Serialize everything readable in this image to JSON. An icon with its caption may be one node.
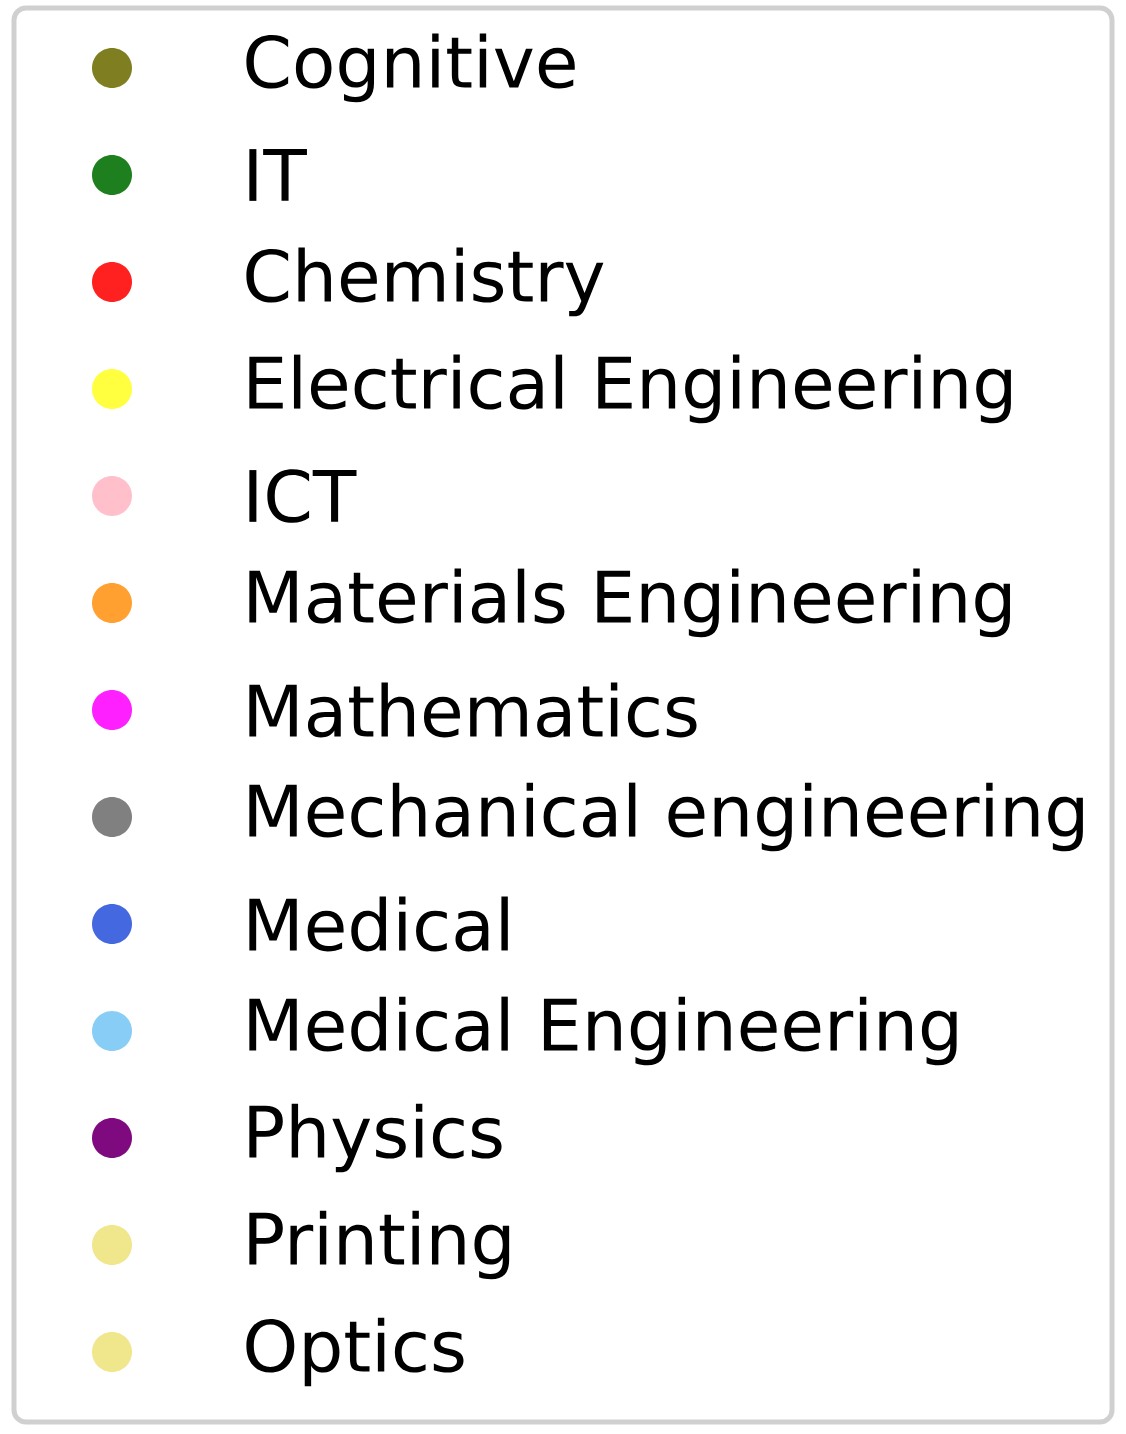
{
  "diagram": {
    "legend": [
      {
        "text": "Cognitive",
        "color": "#7f7f22"
      },
      {
        "text": "IT",
        "color": "#1e7f1e"
      },
      {
        "text": "Chemistry",
        "color": "#ff2020"
      },
      {
        "text": "Electrical Engineering",
        "color": "#ffff40"
      },
      {
        "text": "ICT",
        "color": "#ffc0cb"
      },
      {
        "text": "Materials Engineering",
        "color": "#ffa030"
      },
      {
        "text": "Mathematics",
        "color": "#ff20ff"
      },
      {
        "text": "Mechanical engineering",
        "color": "#808080"
      },
      {
        "text": "Medical",
        "color": "#4468e0"
      },
      {
        "text": "Medical Engineering",
        "color": "#88cdf6"
      },
      {
        "text": "Physics",
        "color": "#7f0a7f"
      },
      {
        "text": "Printing",
        "color": "#f0e68c"
      },
      {
        "text": "Optics",
        "color": "#f0e68c"
      }
    ]
  }
}
